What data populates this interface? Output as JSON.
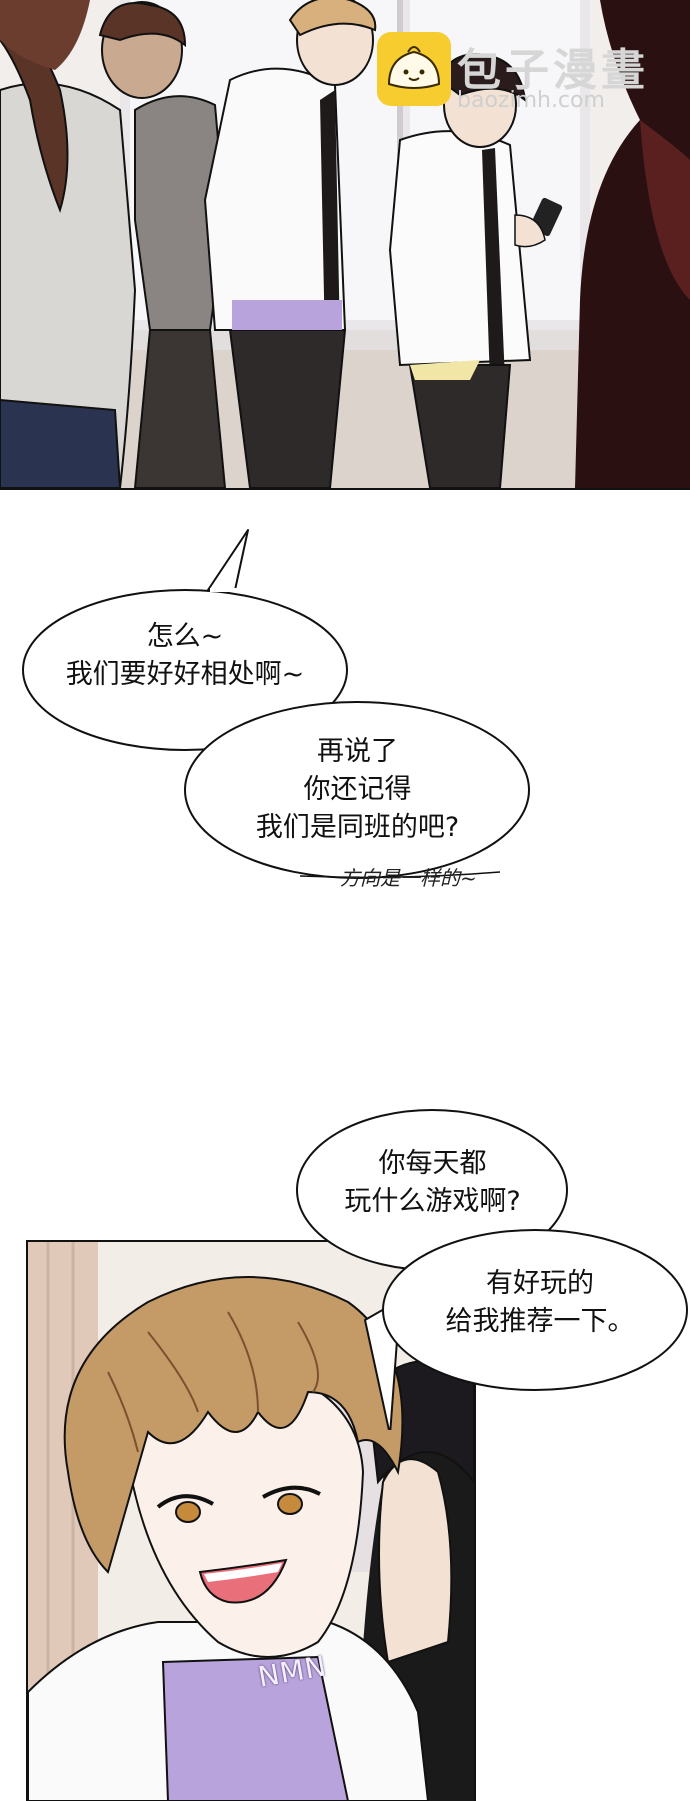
{
  "watermark": {
    "name": "包子漫畫",
    "url": "baozimh.com"
  },
  "bubbles": {
    "b1": {
      "lines": [
        "怎么~",
        "我们要好好相处啊~"
      ]
    },
    "b2": {
      "lines": [
        "再说了",
        "你还记得",
        "我们是同班的吧?"
      ]
    },
    "b3": {
      "lines": [
        "你每天都",
        "玩什么游戏啊?"
      ]
    },
    "b4": {
      "lines": [
        "有好玩的",
        "给我推荐一下。"
      ]
    }
  },
  "sfx": {
    "s1": "方向是一样的~"
  },
  "shirt_print": "NMN",
  "colors": {
    "panel_border": "#111111",
    "hair_brown": "#c49a66",
    "shirt_purple": "#b9a3dc",
    "dark_bg": "#2a1010"
  }
}
